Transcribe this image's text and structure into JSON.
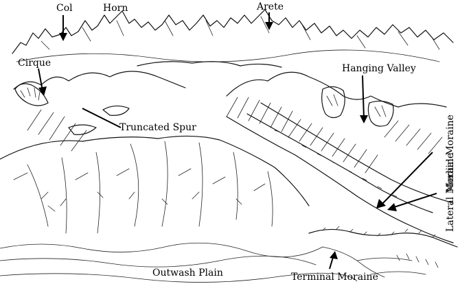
{
  "labels": {
    "col": "Col",
    "horn": "Horn",
    "arete": "Arete",
    "cirque": "Cirque",
    "hanging_valley": "Hanging Valley",
    "truncated_spur": "Truncated Spur",
    "medial_moraine": "Medial Moraine",
    "lateral_moraine": "Lateral Moraine",
    "outwash_plain": "Outwash Plain",
    "terminal_moraine": "Terminal Moraine"
  },
  "colors": {
    "ink": "#000000",
    "background": "#ffffff"
  }
}
